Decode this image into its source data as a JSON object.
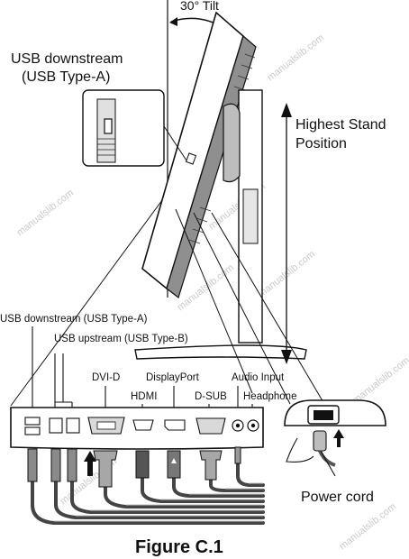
{
  "labels": {
    "tilt": "30° Tilt",
    "usb_callout_line1": "USB downstream",
    "usb_callout_line2": "(USB Type-A)",
    "stand_line1": "Highest Stand",
    "stand_line2": "Position",
    "usb_downstream": "USB downstream (USB Type-A)",
    "usb_upstream": "USB upstream (USB Type-B)",
    "dvi_d": "DVI-D",
    "hdmi": "HDMI",
    "displayport": "DisplayPort",
    "d_sub": "D-SUB",
    "audio_input": "Audio Input",
    "headphone": "Headphone",
    "power_cord": "Power cord",
    "figure": "Figure C.1"
  },
  "watermark": "manualslib.com",
  "colors": {
    "ink": "#111111",
    "panel": "#9a9a9a",
    "shade": "#6b6b6b",
    "light": "#d9d9d9",
    "watermark": "#c9c9c9"
  }
}
